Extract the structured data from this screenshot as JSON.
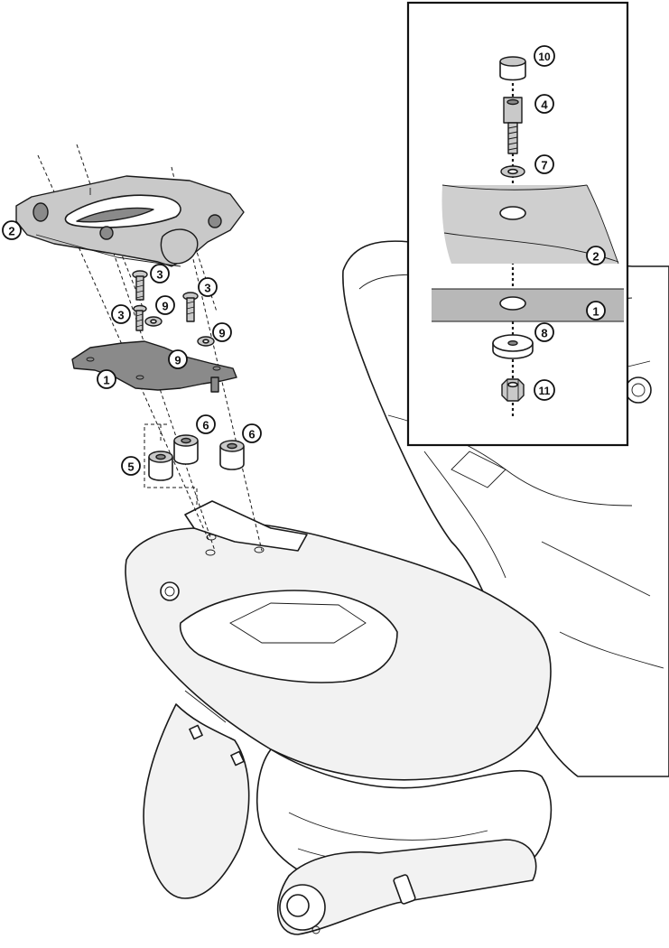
{
  "callouts": {
    "main": [
      {
        "label": "2",
        "ref": "top-rack"
      },
      {
        "label": "3",
        "ref": "screw-a"
      },
      {
        "label": "3",
        "ref": "screw-b"
      },
      {
        "label": "3",
        "ref": "screw-c"
      },
      {
        "label": "9",
        "ref": "washer-a"
      },
      {
        "label": "9",
        "ref": "washer-b"
      },
      {
        "label": "9",
        "ref": "washer-c"
      },
      {
        "label": "1",
        "ref": "mounting-plate"
      },
      {
        "label": "6",
        "ref": "spacer-a"
      },
      {
        "label": "6",
        "ref": "spacer-b"
      },
      {
        "label": "5",
        "ref": "spacer-short"
      }
    ],
    "detail": [
      {
        "label": "10",
        "ref": "cap"
      },
      {
        "label": "4",
        "ref": "bolt"
      },
      {
        "label": "7",
        "ref": "washer"
      },
      {
        "label": "2",
        "ref": "rack-section"
      },
      {
        "label": "1",
        "ref": "plate-section"
      },
      {
        "label": "8",
        "ref": "rubber-washer"
      },
      {
        "label": "11",
        "ref": "nut"
      }
    ]
  }
}
